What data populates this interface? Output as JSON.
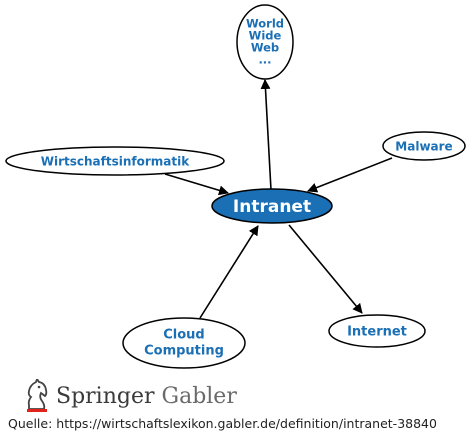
{
  "diagram": {
    "center": "Intranet",
    "nodes": {
      "www": [
        "World",
        "Wide",
        "Web",
        "..."
      ],
      "wirtschaftsinformatik": "Wirtschaftsinformatik",
      "malware": "Malware",
      "cloud": [
        "Cloud",
        "Computing"
      ],
      "internet": "Internet"
    },
    "colors": {
      "center_fill": "#1a6fb5",
      "label": "#1a6fb5"
    }
  },
  "branding": {
    "logo_main": "Springer",
    "logo_sub": "Gabler"
  },
  "source": "Quelle: https://wirtschaftslexikon.gabler.de/definition/intranet-38840"
}
